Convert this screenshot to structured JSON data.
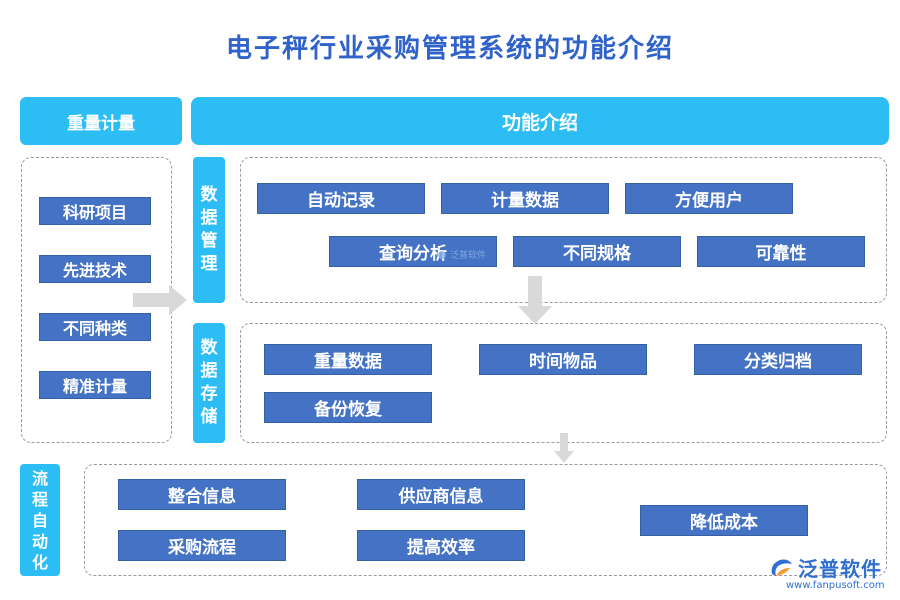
{
  "title": "电子秤行业采购管理系统的功能介绍",
  "header": {
    "left": "重量计量",
    "right": "功能介绍"
  },
  "left_panel": {
    "items": [
      "科研项目",
      "先进技术",
      "不同种类",
      "精准计量"
    ]
  },
  "data_management": {
    "label": "数\n据\n管\n理",
    "items": [
      "自动记录",
      "计量数据",
      "方便用户",
      "查询分析",
      "不同规格",
      "可靠性"
    ]
  },
  "data_storage": {
    "label": "数\n据\n存\n储",
    "items": [
      "重量数据",
      "时间物品",
      "分类归档",
      "备份恢复"
    ]
  },
  "process_automation": {
    "label": "流\n程\n自\n动\n化",
    "items": [
      "整合信息",
      "供应商信息",
      "采购流程",
      "提高效率",
      "降低成本"
    ]
  },
  "watermark": {
    "small": "泛普软件",
    "brand": "泛普软件",
    "url": "www.fanpusoft.com"
  },
  "colors": {
    "header_bg": "#2dbdf5",
    "chip_bg": "#4472c4",
    "title": "#2f63c9",
    "arrow": "#d9d9d9"
  }
}
